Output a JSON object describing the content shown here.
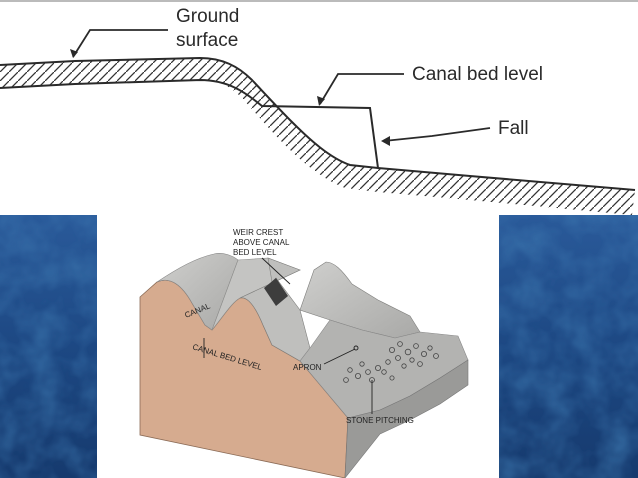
{
  "profile_diagram": {
    "labels": {
      "ground_surface_line1": "Ground",
      "ground_surface_line2": "surface",
      "canal_bed_level": "Canal bed level",
      "fall": "Fall"
    }
  },
  "weir_diagram": {
    "labels": {
      "weir_crest_line1": "WEIR CREST",
      "weir_crest_line2": "ABOVE CANAL",
      "weir_crest_line3": "BED LEVEL",
      "canal": "CANAL",
      "canal_bed_level": "CANAL BED LEVEL",
      "apron": "APRON",
      "stone_pitching": "STONE PITCHING"
    }
  },
  "colors": {
    "background_blue": "#1e4a86",
    "concrete": "#b8b8b6",
    "earth_section": "#d6ab8f",
    "line": "#2a2a2a"
  }
}
